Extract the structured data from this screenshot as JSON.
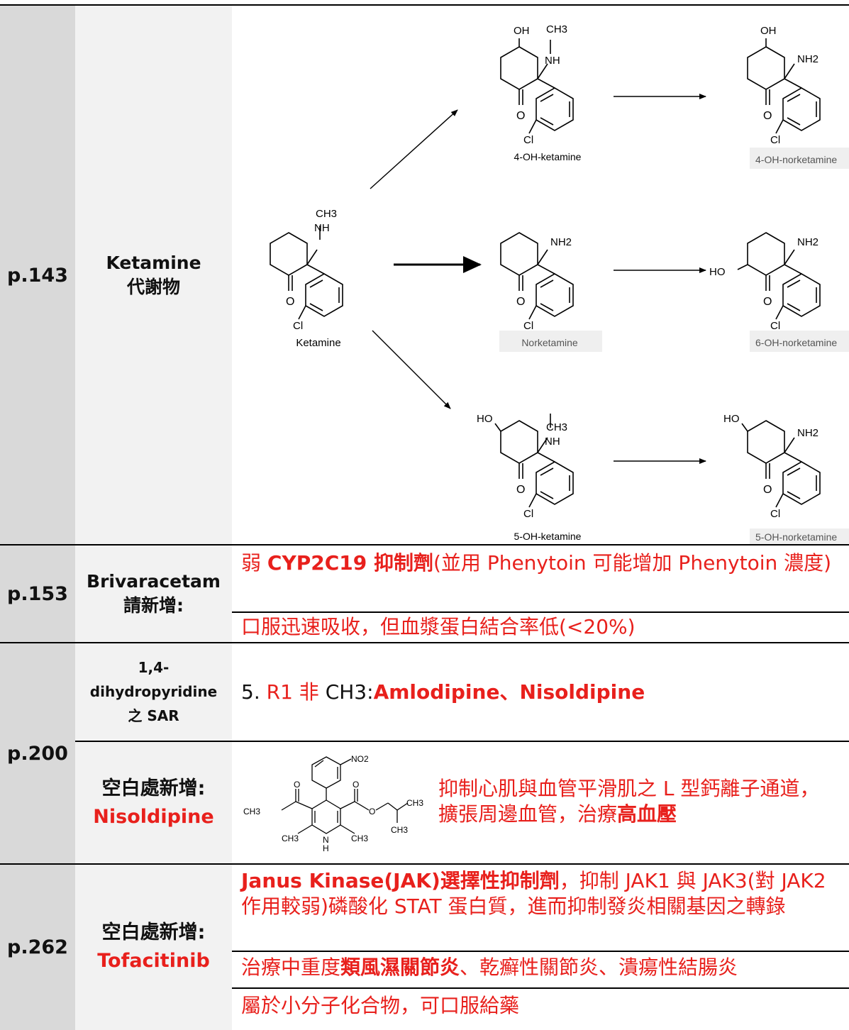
{
  "rows": {
    "ketamine": {
      "page": "p.143",
      "title1": "Ketamine",
      "title2": "代謝物",
      "diagram": {
        "labels": {
          "ketamine": "Ketamine",
          "norketamine": "Norketamine",
          "oh4_ketamine": "4-OH-ketamine",
          "oh5_ketamine": "5-OH-ketamine",
          "oh4_norketamine": "4-OH-norketamine",
          "oh6_norketamine": "6-OH-norketamine",
          "oh5_norketamine": "5-OH-norketamine"
        },
        "atoms": {
          "oh": "OH",
          "ho": "HO",
          "ch3": "CH3",
          "nh": "NH",
          "nh2": "NH2",
          "o": "O",
          "cl": "Cl"
        }
      }
    },
    "brivaracetam": {
      "page": "p.153",
      "title1": "Brivaracetam",
      "title2": "請新增:",
      "line1_pre": "弱 ",
      "line1_bold": "CYP2C19 抑制劑",
      "line1_post": "(並用 Phenytoin 可能增加 Phenytoin 濃度)",
      "line2": "口服迅速吸收，但血漿蛋白結合率低(<20%)"
    },
    "dhp": {
      "page": "p.200",
      "title1": "1,4-",
      "title2": "dihydropyridine",
      "title3": "之 SAR",
      "text_num": "5. ",
      "text_red": "R1 非 ",
      "text_ch3": "CH3:",
      "text_bold": "Amlodipine、Nisoldipine"
    },
    "nisoldipine": {
      "title1": "空白處新增:",
      "title2": "Nisoldipine",
      "desc_pre": "抑制心肌與血管平滑肌之 L 型鈣離子通道，擴張周邊血管，治療",
      "desc_bold": "高血壓",
      "atoms": {
        "no2": "NO2",
        "o": "O",
        "ch3": "CH3",
        "h": "H",
        "n": "N"
      }
    },
    "tofacitinib": {
      "page": "p.262",
      "title1": "空白處新增:",
      "title2": "Tofacitinib",
      "line1_bold": "Janus Kinase(JAK)選擇性抑制劑",
      "line1_post": "，抑制 JAK1 與 JAK3(對 JAK2 作用較弱)磷酸化 STAT 蛋白質，進而抑制發炎相關基因之轉錄",
      "line2_pre": "治療中重度",
      "line2_bold": "類風濕關節炎",
      "line2_post": "、乾癬性關節炎、潰瘍性結腸炎",
      "line3": "屬於小分子化合物，可口服給藥"
    }
  }
}
